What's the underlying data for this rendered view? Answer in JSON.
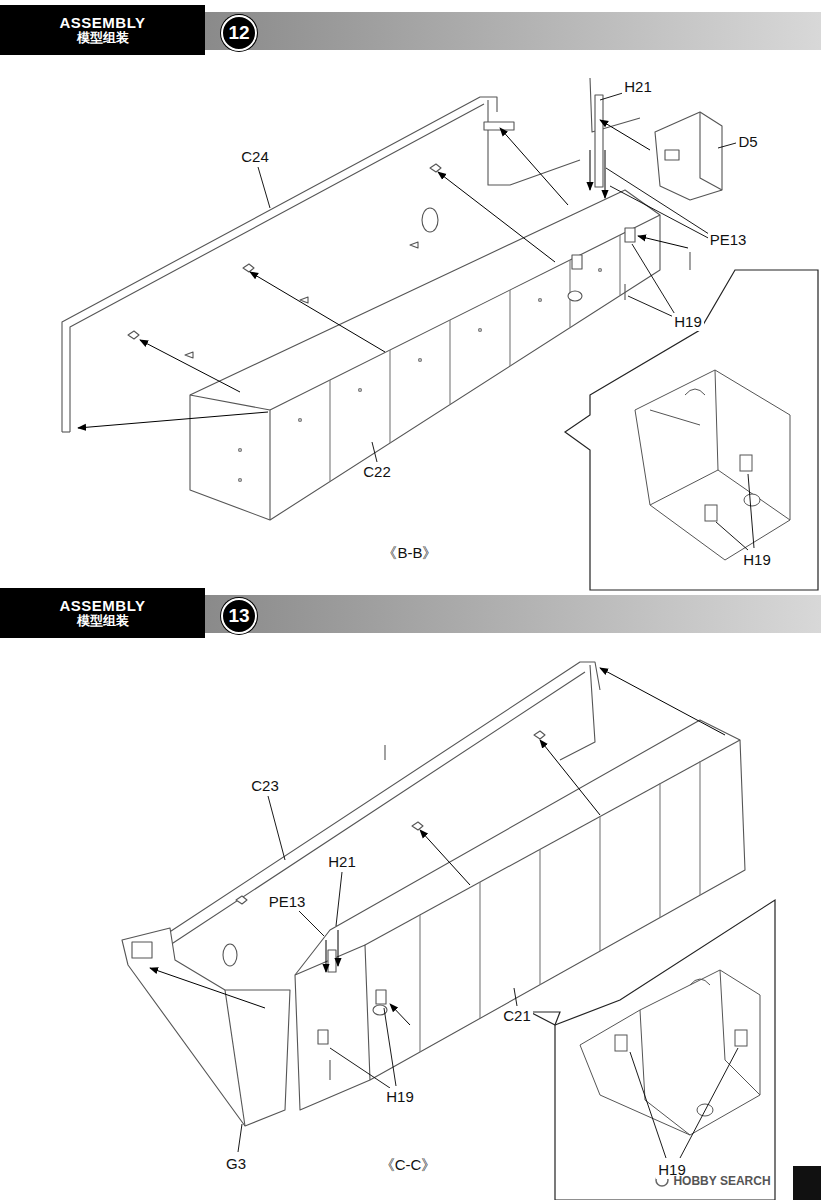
{
  "diagram": {
    "nodes": [
      {
        "text": [
          "ASSEMBLY",
          "模型组装"
        ]
      },
      {
        "text": [
          "12"
        ]
      },
      {
        "text": [
          "ASSEMBLY",
          "模型组装"
        ]
      },
      {
        "text": [
          "13"
        ]
      }
    ],
    "labels": [
      "C24",
      "H21",
      "D5",
      "PE13",
      "H19",
      "C22",
      "H19",
      "《B-B》",
      "C23",
      "H21",
      "PE13",
      "C21",
      "H19",
      "G3",
      "H19",
      "《C-C》",
      "HOBBY SEARCH"
    ]
  }
}
